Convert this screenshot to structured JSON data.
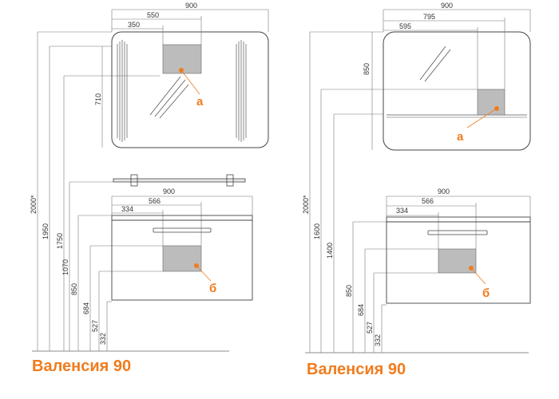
{
  "colors": {
    "accent": "#f07c1e",
    "line": "#444444",
    "dim": "#666666",
    "panel": "#bcbcbc"
  },
  "left": {
    "caption": "Валенсия 90",
    "mirror": {
      "width_label": "900",
      "dim_550": "550",
      "dim_350": "350",
      "height_label": "710",
      "callout": "а"
    },
    "cabinet": {
      "width_label": "900",
      "dim_566": "566",
      "dim_334": "334",
      "callout": "б"
    },
    "heights": [
      "2000*",
      "1950",
      "1750",
      "1070",
      "850",
      "684",
      "527",
      "332"
    ]
  },
  "right": {
    "caption": "Валенсия 90",
    "mirror": {
      "width_label": "900",
      "dim_795": "795",
      "dim_595": "595",
      "height_label": "850",
      "callout": "а"
    },
    "cabinet": {
      "width_label": "900",
      "dim_566": "566",
      "dim_334": "334",
      "callout": "б"
    },
    "heights": [
      "2000*",
      "1600",
      "1400",
      "850",
      "684",
      "527",
      "332"
    ]
  }
}
